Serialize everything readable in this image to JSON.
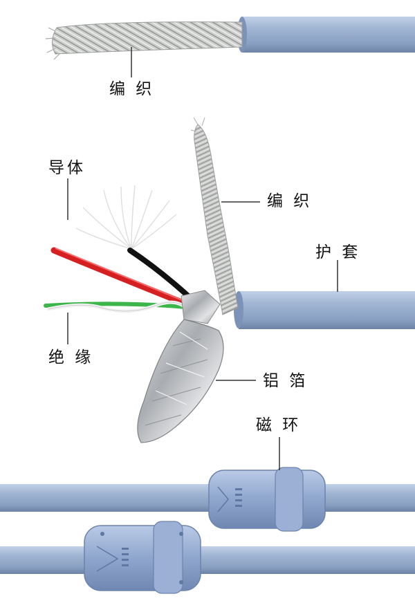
{
  "labels": {
    "braid_top": "编 织",
    "conductor": "导体",
    "braid": "编 织",
    "jacket": "护 套",
    "insulation": "绝 缘",
    "foil": "铝 箔",
    "ferrite": "磁 环"
  },
  "colors": {
    "jacket": "#93a9c9",
    "jacket_highlight": "#b8cae3",
    "jacket_shadow": "#6f86a8",
    "ferrite": "#8ea5cc",
    "braid": "#b9bcba",
    "foil": "#c7c9cc",
    "wire_red": "#d42020",
    "wire_black": "#111111",
    "wire_green": "#3cb54a",
    "wire_white": "#f2f2f2",
    "leader_line": "#333333"
  }
}
